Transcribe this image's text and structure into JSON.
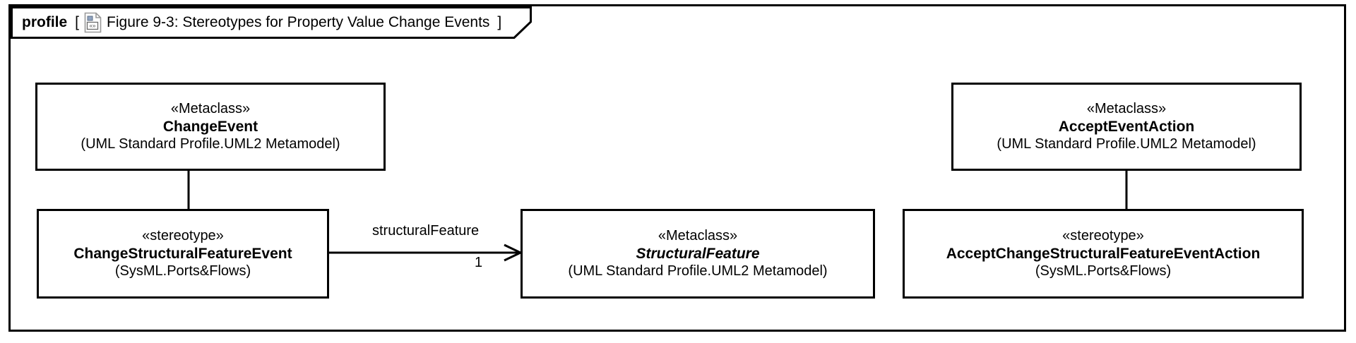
{
  "frame": {
    "kind_label": "profile",
    "bracket_open": "[",
    "bracket_close": "]",
    "title": "Figure 9-3: Stereotypes for Property Value Change Events",
    "icon": "diagram-document-icon",
    "border_color": "#000000",
    "background_color": "#ffffff"
  },
  "nodes": {
    "change_event": {
      "stereotype": "«Metaclass»",
      "name": "ChangeEvent",
      "qualified_name": "(UML Standard Profile.UML2 Metamodel)"
    },
    "change_structural_feature_event": {
      "stereotype": "«stereotype»",
      "name": "ChangeStructuralFeatureEvent",
      "qualified_name": "(SysML.Ports&Flows)"
    },
    "structural_feature": {
      "stereotype": "«Metaclass»",
      "name": "StructuralFeature",
      "qualified_name": "(UML Standard Profile.UML2 Metamodel)"
    },
    "accept_event_action": {
      "stereotype": "«Metaclass»",
      "name": "AcceptEventAction",
      "qualified_name": "(UML Standard Profile.UML2 Metamodel)"
    },
    "accept_change_structural_feature_event_action": {
      "stereotype": "«stereotype»",
      "name": "AcceptChangeStructuralFeatureEventAction",
      "qualified_name": "(SysML.Ports&Flows)"
    }
  },
  "edges": {
    "extension_left": {
      "type": "generalization-hollow-triangle",
      "from": "ChangeStructuralFeatureEvent",
      "to": "ChangeEvent"
    },
    "association_structural_feature": {
      "type": "directed-association",
      "from": "ChangeStructuralFeatureEvent",
      "to": "StructuralFeature",
      "role_label": "structuralFeature",
      "multiplicity": "1"
    },
    "extension_right": {
      "type": "generalization-filled-triangle",
      "from": "AcceptChangeStructuralFeatureEventAction",
      "to": "AcceptEventAction"
    }
  }
}
